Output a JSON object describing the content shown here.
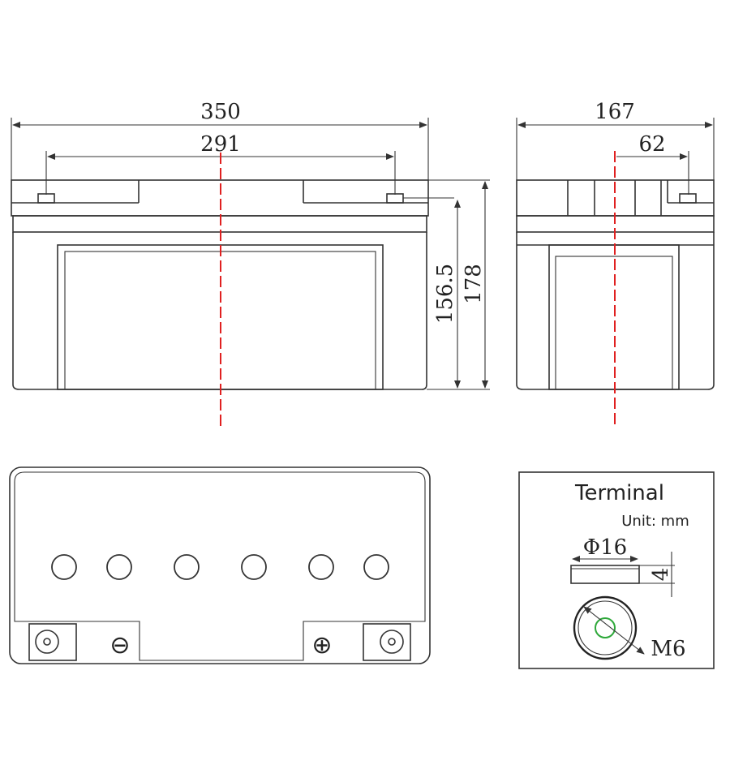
{
  "front_view": {
    "overall_length": "350",
    "terminal_spacing": "291",
    "height_to_case_top": "156.5",
    "total_height": "178"
  },
  "side_view": {
    "overall_width": "167",
    "terminal_offset": "62"
  },
  "terminal_detail": {
    "title": "Terminal",
    "unit": "Unit: mm",
    "diameter": "Φ16",
    "thickness": "4",
    "bolt": "M6"
  },
  "top_view": {
    "negative_symbol": "⊖",
    "positive_symbol": "⊕"
  },
  "colors": {
    "line": "#333333",
    "centerline": "#e02020",
    "terminal_hole": "#2ea83a"
  }
}
